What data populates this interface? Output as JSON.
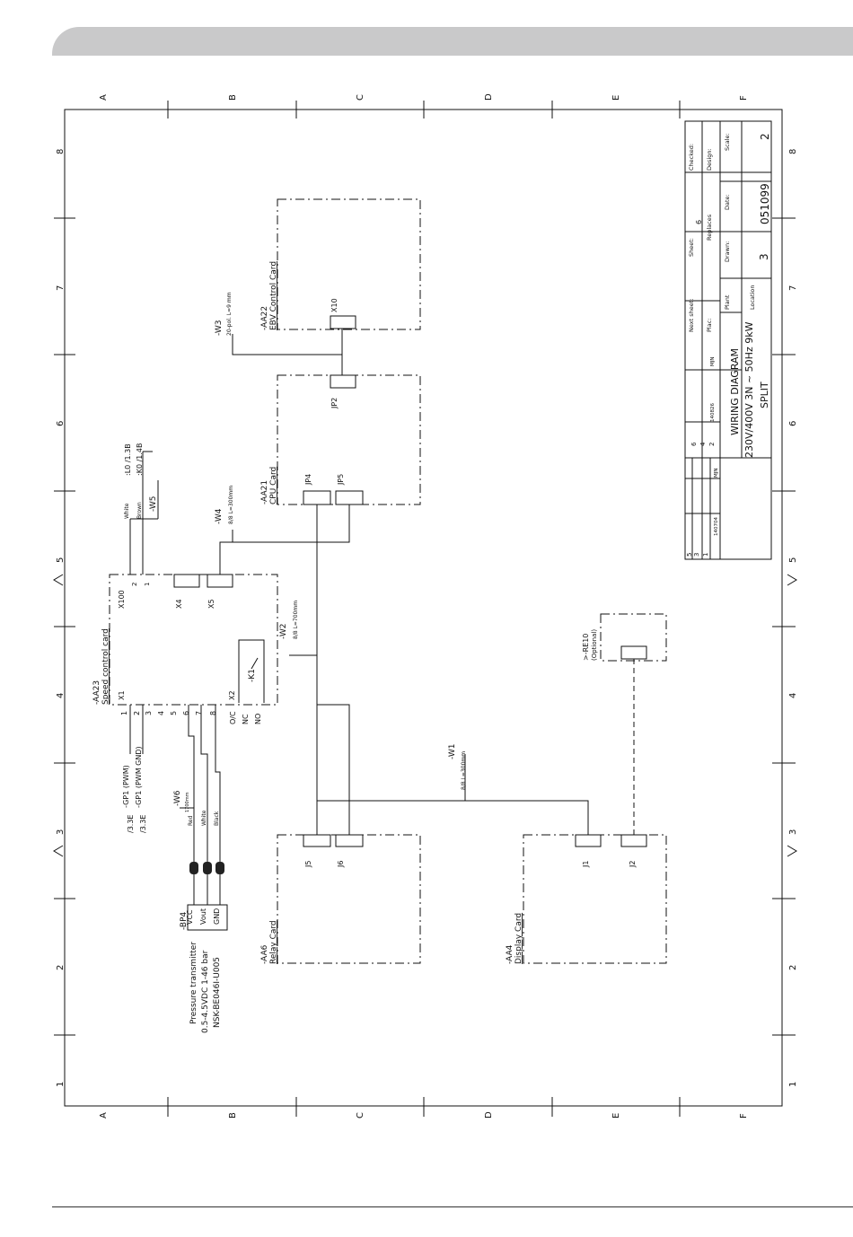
{
  "zones": {
    "letters": [
      "A",
      "B",
      "C",
      "D",
      "E",
      "F"
    ],
    "numbers": [
      "1",
      "2",
      "3",
      "4",
      "5",
      "6",
      "7",
      "8"
    ]
  },
  "title_block": {
    "checked": "Checked:",
    "design": "Design:",
    "scale": "Scale:",
    "sheet_label": "Sheet:",
    "sheet_value": "6",
    "replaces": "Replaces",
    "date": "Date:",
    "drawn": "Drawn:",
    "next_sheet": "Next sheet:",
    "plac": "Plac:",
    "plant": "Plant",
    "location": "Location",
    "doc_number": "051099",
    "sheet_no": "2",
    "doc_sheet": "3",
    "title1": "WIRING DIAGRAM",
    "title2": "230V/400V 3N ~ 50Hz 9kW",
    "title3": "SPLIT",
    "rev": [
      {
        "no": "6",
        "date": "",
        "by": ""
      },
      {
        "no": "4",
        "date": "",
        "by": ""
      },
      {
        "no": "2",
        "date": "140826",
        "by": "MJN"
      },
      {
        "no": "5",
        "date": "",
        "by": ""
      },
      {
        "no": "3",
        "date": "",
        "by": ""
      },
      {
        "no": "1",
        "date": "140704",
        "by": "MJN"
      }
    ]
  },
  "components": {
    "aa22": {
      "ref": "-AA22",
      "name": "EBV Control Card",
      "conn": "X10"
    },
    "aa21": {
      "ref": "-AA21",
      "name": "CPU Card",
      "jp2": "JP2",
      "jp4": "JP4",
      "jp5": "JP5"
    },
    "aa23": {
      "ref": "-AA23",
      "name": "Speed control card",
      "x1": "X1",
      "x2": "X2",
      "x4": "X4",
      "x5": "X5",
      "x100": "X100"
    },
    "aa6": {
      "ref": "-AA6",
      "name": "Relay Card",
      "j5": "J5",
      "j6": "J6"
    },
    "aa4": {
      "ref": "-AA4",
      "name": "Display Card",
      "j1": "J1",
      "j2": "J2"
    },
    "re10": {
      "ref": ">-RE10",
      "note": "(Optional)"
    },
    "k1": {
      "ref": "-K1"
    },
    "bp4": {
      "ref": "-BP4",
      "pins": [
        "VCC",
        "Vout",
        "GND"
      ],
      "desc1": "Pressure transmitter",
      "desc2": "0.5-4.5VDC 1-46 bar",
      "desc3": "NSK-BE046I-U005"
    }
  },
  "wires": {
    "w1": {
      "ref": "-W1",
      "spec": "8/8  L=300mm"
    },
    "w2": {
      "ref": "-W2",
      "spec": "8/8  L=700mm"
    },
    "w3": {
      "ref": "-W3",
      "spec": "20-pol.  L=9 mm"
    },
    "w4": {
      "ref": "-W4",
      "spec": "8/8  L=300mm"
    },
    "w5": {
      "ref": "-W5"
    },
    "w6": {
      "ref": "-W6",
      "spec": "1700mm",
      "colors": [
        "Red",
        "White",
        "Black"
      ]
    },
    "x100_wires": [
      "White",
      "Brown"
    ],
    "x100_pins": [
      "2",
      "1"
    ],
    "x100_refs": [
      ":L0  /1.3B",
      ":K0  /1.4B"
    ],
    "x1_pins": [
      "1",
      "2",
      "3",
      "4",
      "5",
      "6",
      "7",
      "8"
    ],
    "gp1": [
      "-GP1 (PWM)",
      "-GP1 (PWM GND)"
    ],
    "gp1_refs": [
      "/3.3E",
      "/3.3E"
    ],
    "x2_pins": [
      "O/C",
      "NC",
      "NO"
    ]
  }
}
